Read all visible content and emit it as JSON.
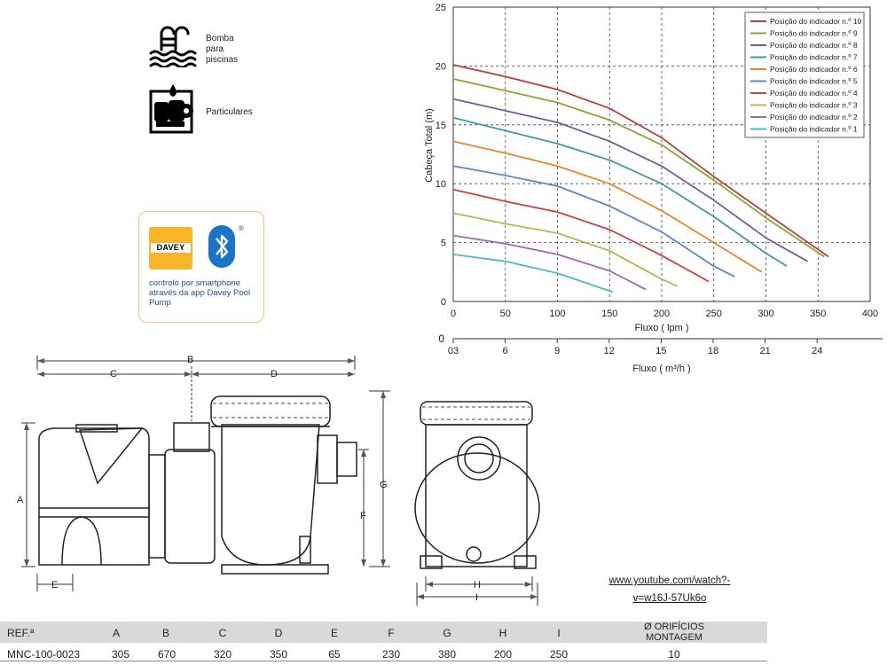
{
  "features": [
    {
      "icon": "pool-pump-icon",
      "lines": [
        "Bomba",
        "para",
        "piscinas"
      ]
    },
    {
      "icon": "private-house-icon",
      "lines": [
        "Particulares"
      ]
    }
  ],
  "app_card": {
    "brand": "DAVEY",
    "registered_mark": "®",
    "description": "controlo por smartphone através da app Davey Pool Pump",
    "icon": "bluetooth-icon"
  },
  "link": {
    "line1": "www.youtube.com/watch?-",
    "line2": "v=w16J-57Uk6o"
  },
  "drawing_labels": {
    "A": "A",
    "B": "B",
    "C": "C",
    "D": "D",
    "E": "E",
    "F": "F",
    "G": "G",
    "H": "H",
    "I": "I"
  },
  "specs": {
    "headers": [
      "REF.ª",
      "A",
      "B",
      "C",
      "D",
      "E",
      "F",
      "G",
      "H",
      "I",
      "Ø ORIFÍCIOS MONTAGEM"
    ],
    "header_last_lines": [
      "Ø ORIFÍCIOS",
      "MONTAGEM"
    ],
    "rows": [
      [
        "MNC-100-0023",
        "305",
        "670",
        "320",
        "350",
        "65",
        "230",
        "380",
        "200",
        "250",
        "10"
      ]
    ]
  },
  "chart_data": {
    "type": "line",
    "xlabel": "Fluxo ( lpm )",
    "ylabel": "Cabeça Total (m)",
    "x2label": "Fluxo ( m³/h )",
    "xlim": [
      0,
      400
    ],
    "ylim": [
      0,
      25
    ],
    "x_ticks": [
      "0",
      "50",
      "100",
      "150",
      "200",
      "250",
      "300",
      "350",
      "400"
    ],
    "y_ticks": [
      "0",
      "5",
      "10",
      "15",
      "20",
      "25"
    ],
    "x2_ticks": [
      "03",
      "6",
      "9",
      "12",
      "15",
      "18",
      "21",
      "24"
    ],
    "x2_zero_label": "0",
    "grid": true,
    "legend_position": "top-right",
    "series": [
      {
        "name": "Posição do indicador n.º 10",
        "color": "#b53f3a",
        "x": [
          0,
          50,
          100,
          150,
          200,
          250,
          300,
          360
        ],
        "y": [
          20.1,
          19.1,
          18.0,
          16.4,
          13.9,
          10.6,
          7.5,
          3.8
        ]
      },
      {
        "name": "Posição do indicador n.º 9",
        "color": "#8aa43a",
        "x": [
          0,
          50,
          100,
          150,
          200,
          250,
          300,
          356
        ],
        "y": [
          18.9,
          17.9,
          16.9,
          15.4,
          13.3,
          10.3,
          7.1,
          3.8
        ]
      },
      {
        "name": "Posição do indicador n.º 8",
        "color": "#7a5a98",
        "x": [
          0,
          50,
          100,
          150,
          200,
          250,
          300,
          340
        ],
        "y": [
          17.2,
          16.2,
          15.2,
          13.6,
          11.5,
          8.6,
          5.4,
          3.4
        ]
      },
      {
        "name": "Posição do indicador n.º 7",
        "color": "#3f9aa2",
        "x": [
          0,
          50,
          100,
          150,
          200,
          250,
          300,
          320
        ],
        "y": [
          15.6,
          14.5,
          13.4,
          12.0,
          10.0,
          7.2,
          4.1,
          3.0
        ]
      },
      {
        "name": "Posição do indicador n.º 6",
        "color": "#e08a2c",
        "x": [
          0,
          50,
          100,
          150,
          200,
          250,
          296
        ],
        "y": [
          13.6,
          12.6,
          11.5,
          10.0,
          7.7,
          5.0,
          2.5
        ]
      },
      {
        "name": "Posição do indicador n.º 5",
        "color": "#5b87c5",
        "x": [
          0,
          50,
          100,
          150,
          200,
          250,
          270
        ],
        "y": [
          11.5,
          10.7,
          9.8,
          8.1,
          5.9,
          3.0,
          2.1
        ]
      },
      {
        "name": "Posição do indicador n.º 4",
        "color": "#c9413d",
        "x": [
          0,
          50,
          100,
          150,
          200,
          245
        ],
        "y": [
          9.5,
          8.5,
          7.6,
          6.1,
          3.9,
          1.7
        ]
      },
      {
        "name": "Posição do indicador n.º 3",
        "color": "#a8c04a",
        "x": [
          0,
          50,
          100,
          150,
          200,
          215
        ],
        "y": [
          7.5,
          6.6,
          5.8,
          4.3,
          1.9,
          1.3
        ]
      },
      {
        "name": "Posição do indicador n.º 2",
        "color": "#9a6ab0",
        "x": [
          0,
          50,
          100,
          150,
          185
        ],
        "y": [
          5.6,
          4.9,
          4.0,
          2.6,
          1.0
        ]
      },
      {
        "name": "Posição do indicador n.º 1",
        "color": "#4fb7c8",
        "x": [
          0,
          50,
          100,
          153
        ],
        "y": [
          4.0,
          3.4,
          2.4,
          0.8
        ]
      }
    ]
  }
}
